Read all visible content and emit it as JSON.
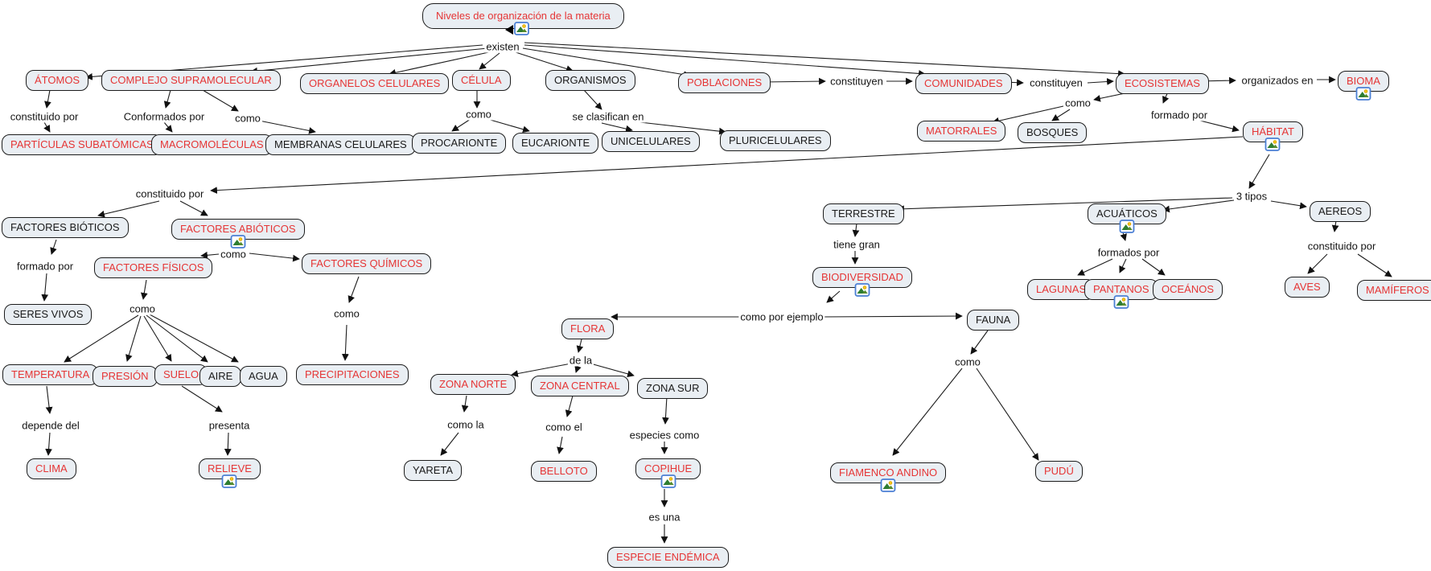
{
  "colors": {
    "accent_red": "#e53535",
    "node_fill": "#e9eef3",
    "node_border": "#1c1c1c",
    "icon_frame_blue": "#4a7fd4"
  },
  "icons": {
    "image_resource": "picture-resource-icon",
    "flag": "black-flag-marker"
  },
  "nodes": {
    "title": "Niveles de organización de la materia",
    "atomos": "ÁTOMOS",
    "complejo_supramolecular": "COMPLEJO SUPRAMOLECULAR",
    "organelos_celulares": "ORGANELOS CELULARES",
    "celula": "CÉLULA",
    "organismos": "ORGANISMOS",
    "poblaciones": "POBLACIONES",
    "comunidades": "COMUNIDADES",
    "ecosistemas": "ECOSISTEMAS",
    "bioma": "BIOMA",
    "particulas_subatomicas": "PARTÍCULAS SUBATÓMICAS",
    "macromoleculas": "MACROMOLÉCULAS",
    "membranas_celulares": "MEMBRANAS CELULARES",
    "procarionte": "PROCARIONTE",
    "eucarionte": "EUCARIONTE",
    "unicelulares": "UNICELULARES",
    "pluricelulares": "PLURICELULARES",
    "matorrales": "MATORRALES",
    "bosques": "BOSQUES",
    "habitat": "HÁBITAT",
    "factores_bioticos": "FACTORES BIÓTICOS",
    "factores_abioticos": "FACTORES ABIÓTICOS",
    "factores_fisicos": "FACTORES FÍSICOS",
    "factores_quimicos": "FACTORES QUÍMICOS",
    "seres_vivos": "SERES VIVOS",
    "temperatura": "TEMPERATURA",
    "presion": "PRESIÓN",
    "suelo": "SUELO",
    "aire": "AIRE",
    "agua": "AGUA",
    "precipitaciones": "PRECIPITACIONES",
    "clima": "CLIMA",
    "relieve": "RELIEVE",
    "terrestre": "TERRESTRE",
    "acuaticos": "ACUÁTICOS",
    "aereos": "AEREOS",
    "biodiversidad": "BIODIVERSIDAD",
    "lagunas": "LAGUNAS",
    "pantanos": "PANTANOS",
    "oceanos": "OCEÁNOS",
    "aves": "AVES",
    "mamiferos": "MAMÍFEROS",
    "flora": "FLORA",
    "fauna": "FAUNA",
    "zona_norte": "ZONA NORTE",
    "zona_central": "ZONA CENTRAL",
    "zona_sur": "ZONA SUR",
    "yareta": "YARETA",
    "belloto": "BELLOTO",
    "copihue": "COPIHUE",
    "especie_endemica": "ESPECIE ENDÉMICA",
    "fiamenco_andino": "FIAMENCO ANDINO",
    "pudu": "PUDÚ"
  },
  "links": {
    "existen": "existen",
    "constituido_por_1": "constituido por",
    "conformados_por": "Conformados por",
    "como_complejo": "como",
    "como_celula": "como",
    "se_clasifican_en": "se clasifican en",
    "constituyen_1": "constituyen",
    "constituyen_2": "constituyen",
    "organizados_en": "organizados en",
    "como_ecosistemas": "como",
    "formado_por_habitat": "formado por",
    "constituido_por_2": "constituido por",
    "formado_por_bioticos": "formado por",
    "como_abioticos": "como",
    "como_fisicos": "como",
    "como_quimicos": "como",
    "depende_del": "depende del",
    "presenta": "presenta",
    "tres_tipos": "3 tipos",
    "tiene_gran": "tiene gran",
    "formados_por": "formados por",
    "constituido_por_aereos": "constituido por",
    "como_por_ejemplo": "como por ejemplo",
    "como_fauna": "como",
    "de_la": "de la",
    "como_la": "como la",
    "como_el": "como el",
    "especies_como": "especies como",
    "es_una": "es una"
  }
}
